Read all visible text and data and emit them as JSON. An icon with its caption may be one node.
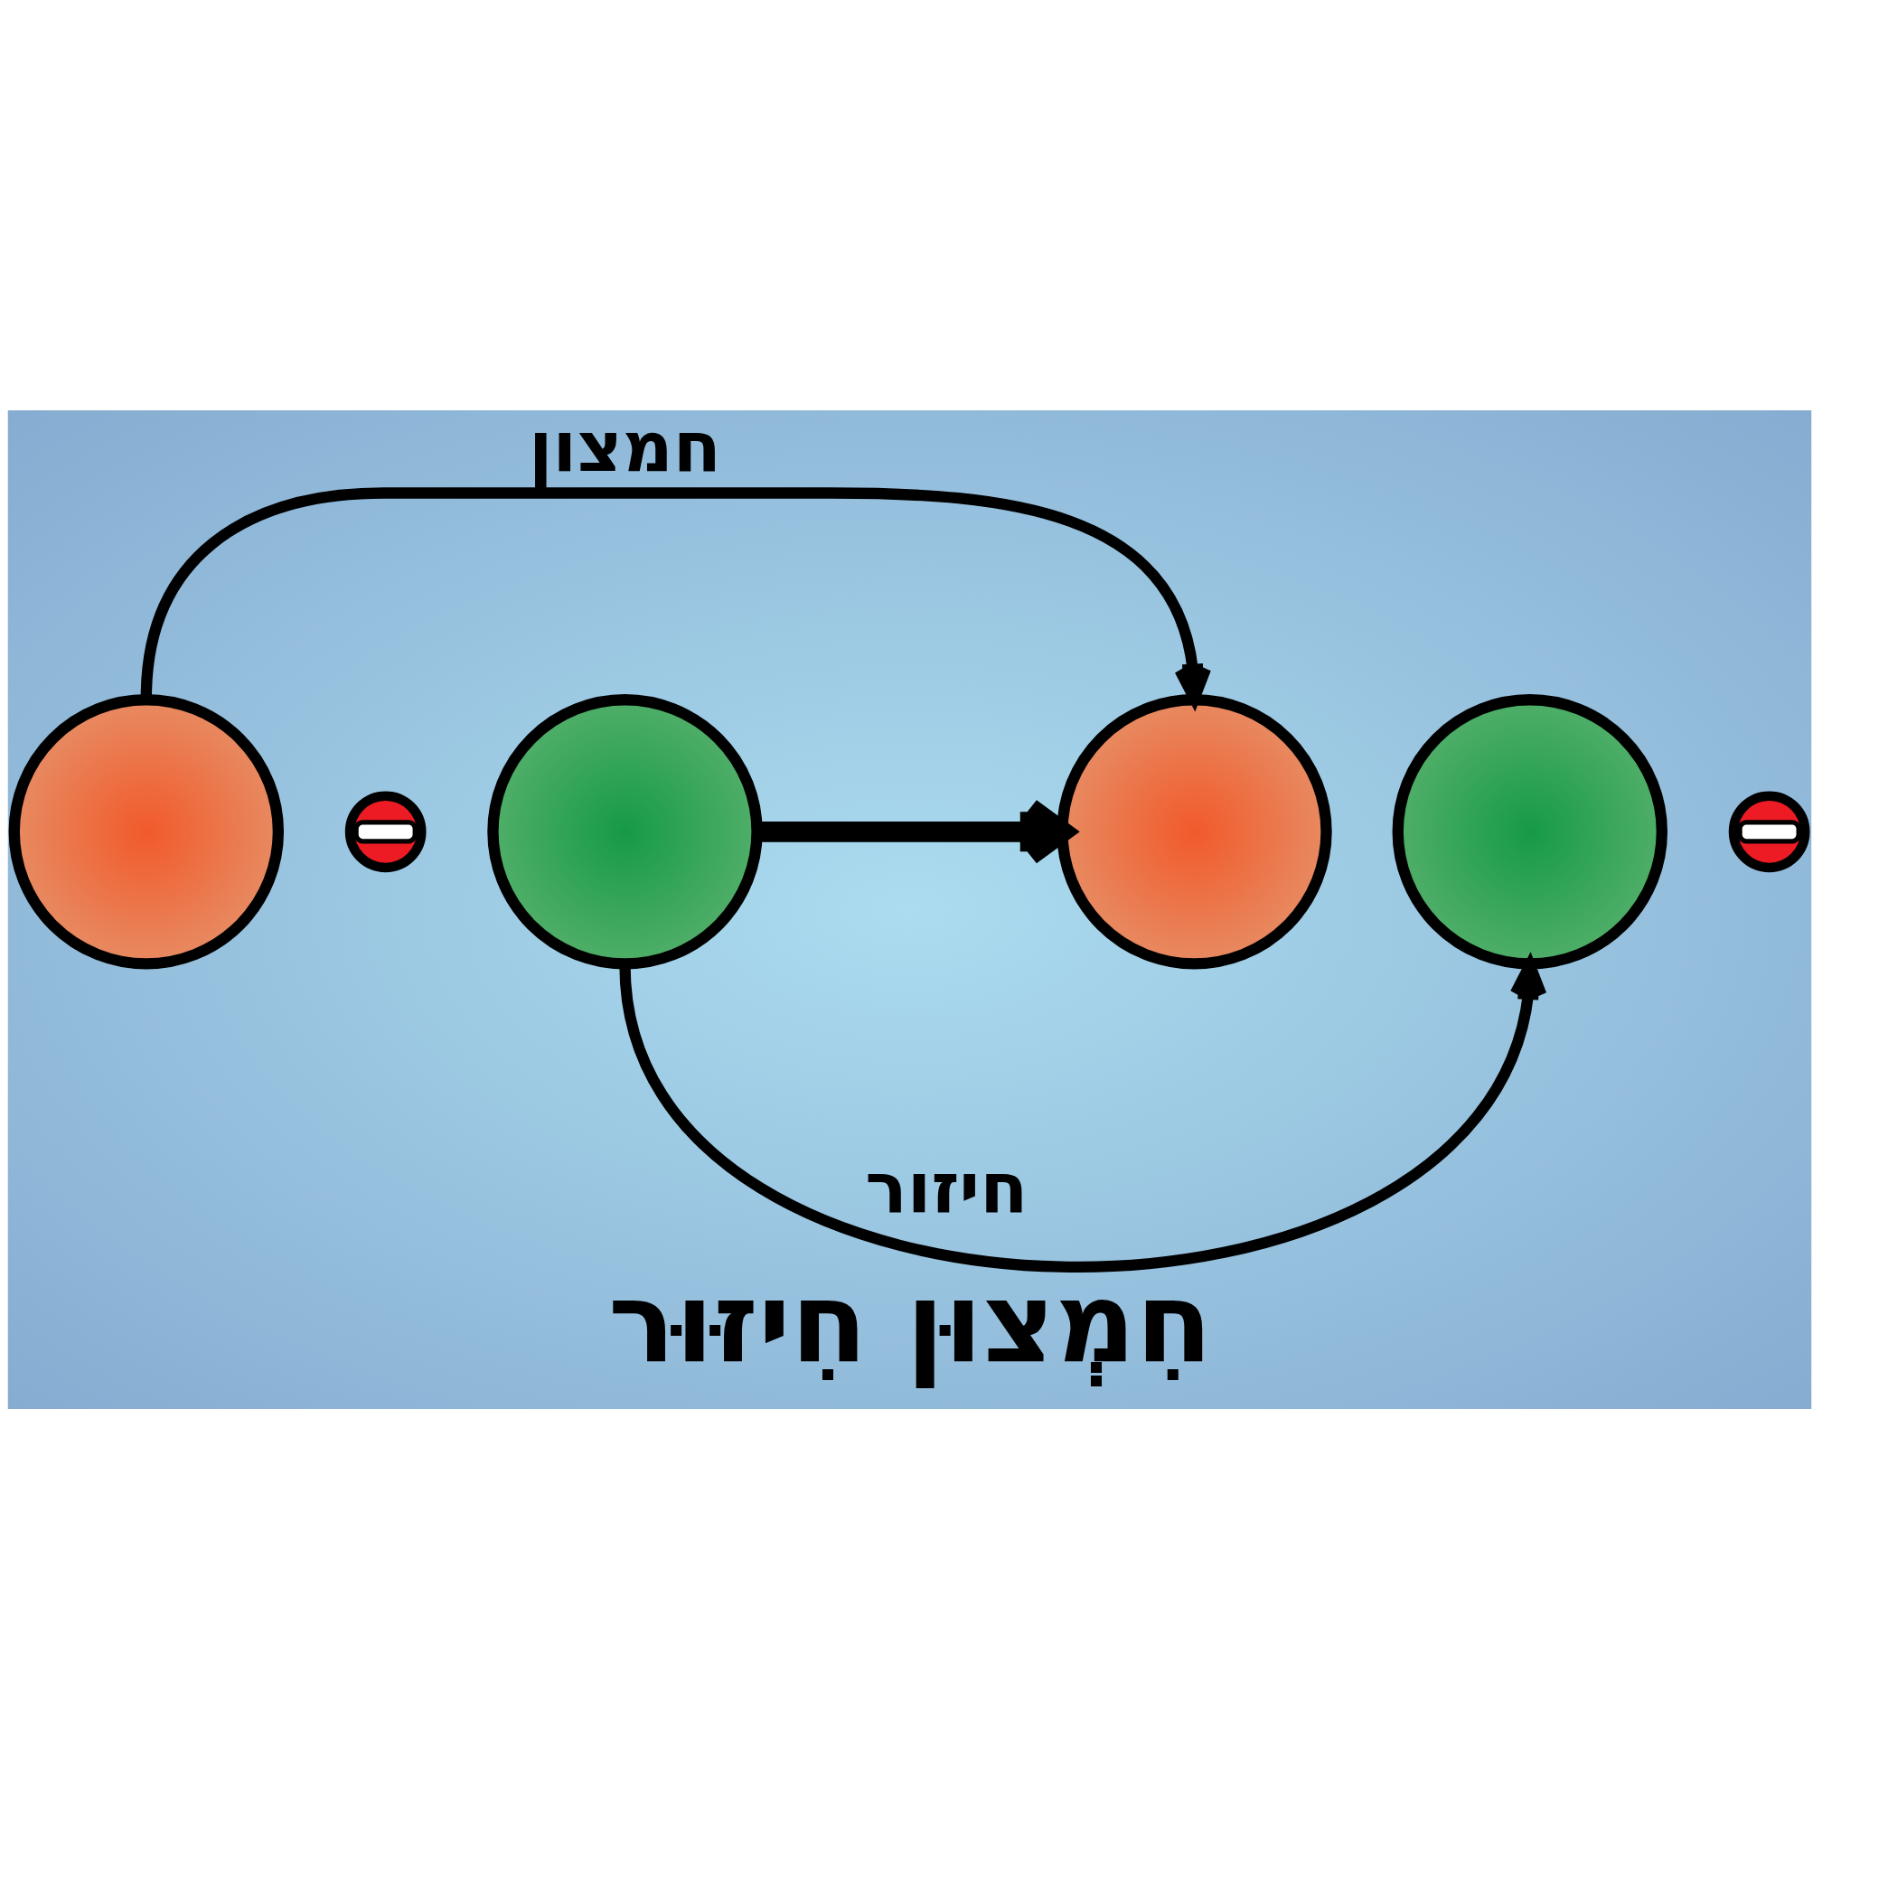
{
  "diagram": {
    "title": "חִמְצוּן חִיזּוּר",
    "nodes": [
      {
        "text": [],
        "shape": "circle"
      },
      {
        "text": [],
        "shape": "circle"
      },
      {
        "text": [],
        "shape": "circle"
      },
      {
        "text": [],
        "shape": "circle"
      },
      {
        "text": [],
        "shape": "circle"
      },
      {
        "text": [],
        "shape": "circle"
      }
    ],
    "edges": [
      {
        "from": 0,
        "to": 3,
        "arrow": "to",
        "label": "חמצון"
      },
      {
        "from": 2,
        "to": 3,
        "arrow": "to",
        "style": "thick"
      },
      {
        "from": 2,
        "to": 4,
        "arrow": "to",
        "label": "חיזור"
      }
    ]
  }
}
